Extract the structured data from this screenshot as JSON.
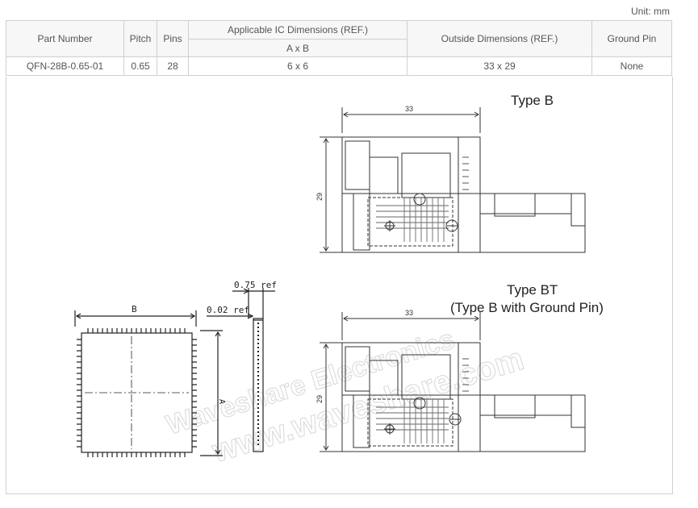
{
  "unit_label": "Unit: mm",
  "table": {
    "headers": {
      "part_number": "Part Number",
      "pitch": "Pitch",
      "pins": "Pins",
      "applicable_ic": "Applicable IC Dimensions (REF.)",
      "a_x_b": "A x B",
      "outside": "Outside Dimensions (REF.)",
      "ground_pin": "Ground Pin"
    },
    "row": {
      "part_number": "QFN-28B-0.65-01",
      "pitch": "0.65",
      "pins": "28",
      "ic_dims": "6 x 6",
      "outside_dims": "33 x 29",
      "ground_pin": "None"
    }
  },
  "drawing": {
    "type_b_title": "Type B",
    "type_bt_title": "Type BT",
    "type_bt_subtitle": "(Type B with Ground Pin)",
    "dim_33_top": "33",
    "dim_29_top": "29",
    "dim_33_bottom": "33",
    "dim_29_bottom": "29",
    "ic_label_b": "B",
    "ic_label_a": "A",
    "thickness_075": "0.75 ref",
    "thickness_002": "0.02 ref",
    "watermark_1": "Waveshare Electronics",
    "watermark_2": "www.waveshare.com"
  }
}
